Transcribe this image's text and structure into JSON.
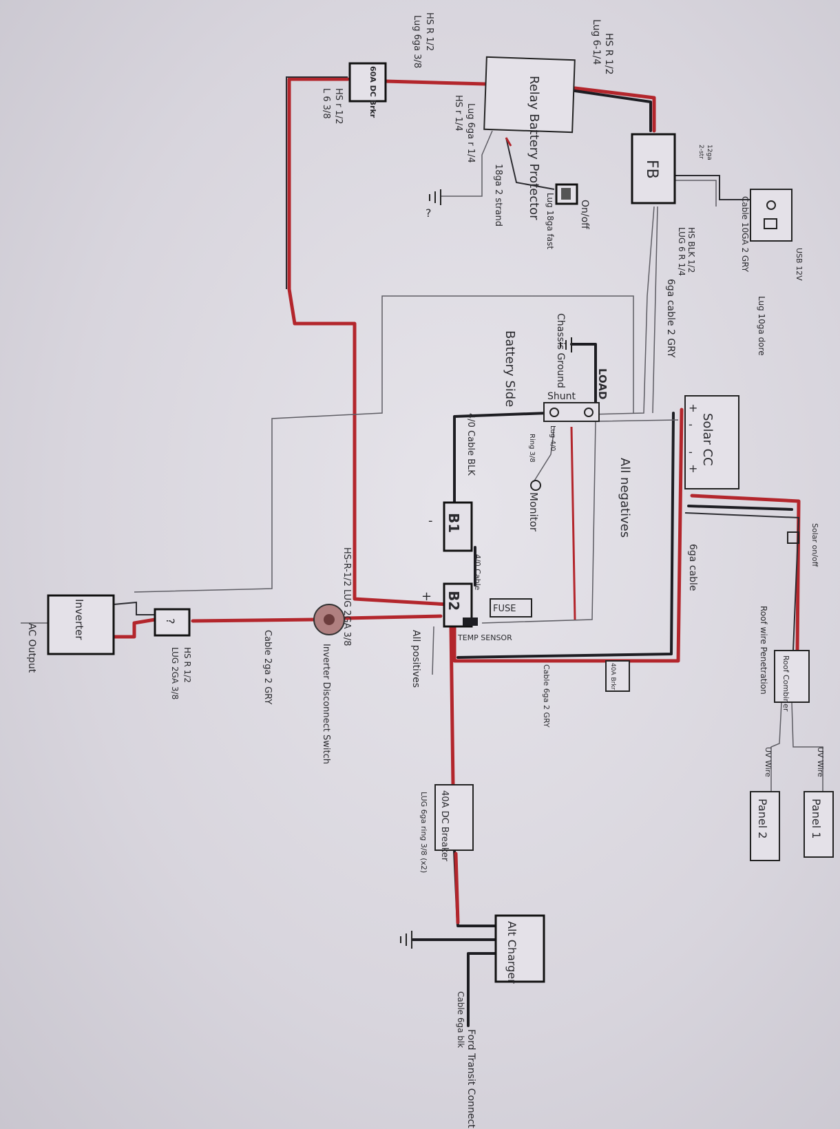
{
  "components": {
    "relay": "Relay Battery Protector",
    "fuse_60a": "60A DC Brkr",
    "fb": "FB",
    "usb": "USB 12V",
    "on_off": "On/off",
    "shunt": "Shunt",
    "load": "LOAD",
    "solar_cc": "Solar CC",
    "b1": "B1",
    "b2": "B2",
    "fuse_box": "FUSE",
    "temp_sensor": "TEMP SENSOR",
    "breaker_40a_bottom": "40A Brkr",
    "breaker_40a": "40A DC Breaker",
    "alt_charger": "Alt Charger",
    "inverter": "Inverter",
    "inv_fuse": "?",
    "inverter_disconnect": "Inverter Disconnect Switch",
    "monitor": "Monitor",
    "roof_combiner": "Roof Combiner",
    "panel_1": "Panel 1",
    "panel_2": "Panel 2",
    "solar_on_off": "Solar on/off"
  },
  "labels": {
    "hs_r_top": "HS R 1/2",
    "lug_top": "Lug 6-1/4",
    "hs_r_left": "HS R 1/2",
    "lug_left": "Lug 6ga 3/8",
    "hs_r_under": "HS r 1/2",
    "l6_under": "L 6 3/8",
    "lug_6ga_r": "Lug 6ga r 1/4",
    "hs_r_14": "HS r 1/4",
    "stranded": "18ga 2 strand",
    "lug_18ga_fast": "Lug 18ga fast",
    "small_12ga": "12ga",
    "small_2str": "2-str",
    "cable_10ga": "Cable 10GA 2 GRY",
    "hs_blk": "HS BLK 1/2",
    "lug_6_r": "LUG 6 R 1/4",
    "lug_10ga": "Lug 10ga dore",
    "cable_6ga_gry": "6ga cable 2 GRY",
    "chassis_ground": "Chassis Ground",
    "battery_side": "Battery Side",
    "lug_4o": "Lug 4/0",
    "ring": "Ring 3/8",
    "cable_4o_blk": "4/0 Cable BLK",
    "cable_4o": "4/0 Cable",
    "all_negatives": "All negatives",
    "cable_6ga": "6ga cable",
    "roof_wire": "Roof wire Penetration",
    "uv_wire_1": "UV Wire",
    "uv_wire_2": "UV Wire",
    "hs_r_lug_2ga": "HS-R-1/2 LUG 2GA 3/8",
    "cable_2ga": "Cable 2ga 2 GRY",
    "hs_r_inv": "HS R 1/2",
    "lug_2ga_inv": "LUG 2GA 3/8",
    "ac_output": "AC Output",
    "all_positives": "All positives",
    "cable_6ga_2gry": "Cable 6ga 2 GRY",
    "lug_6ga_x2": "LUG 6ga ring 3/8 (x2)",
    "cable_6ga_blk": "Cable 6ga blk",
    "ford_transit": "Ford Transit Connection points",
    "plus": "+",
    "minus": "-",
    "q": "?"
  }
}
